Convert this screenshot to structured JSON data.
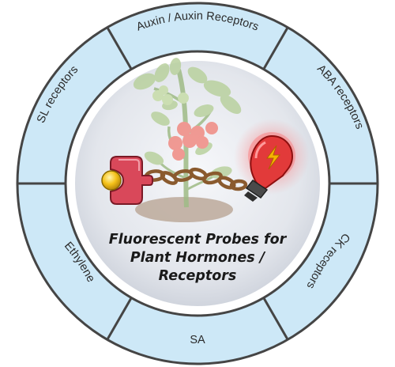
{
  "center_title_lines": [
    "Fluorescent Probes for",
    "Plant Hormones /",
    "Receptors"
  ],
  "segments": [
    {
      "label": "Auxin / Auxin Receptors"
    },
    {
      "label": "ABA receptors"
    },
    {
      "label": "CK receptors"
    },
    {
      "label": "SA"
    },
    {
      "label": "Ethylene"
    },
    {
      "label": "SL receptors"
    }
  ],
  "colors": {
    "ring_fill": "#cde8f7",
    "ring_stroke": "#454545",
    "core_fill": "#dfe3ea",
    "plant_green": "#a9c48f",
    "tomato_red": "#f08a82",
    "receptor_red": "#d9485a",
    "ligand_yellow": "#f5c21a",
    "chain_brown": "#8a5a2e",
    "bulb_red": "#e23a3a",
    "soil": "#bca99a"
  },
  "icons": [
    "tomato-plant-icon",
    "receptor-icon",
    "ligand-ball-icon",
    "chain-linker-icon",
    "fluorescent-bulb-icon",
    "lightning-icon",
    "soil-icon"
  ]
}
